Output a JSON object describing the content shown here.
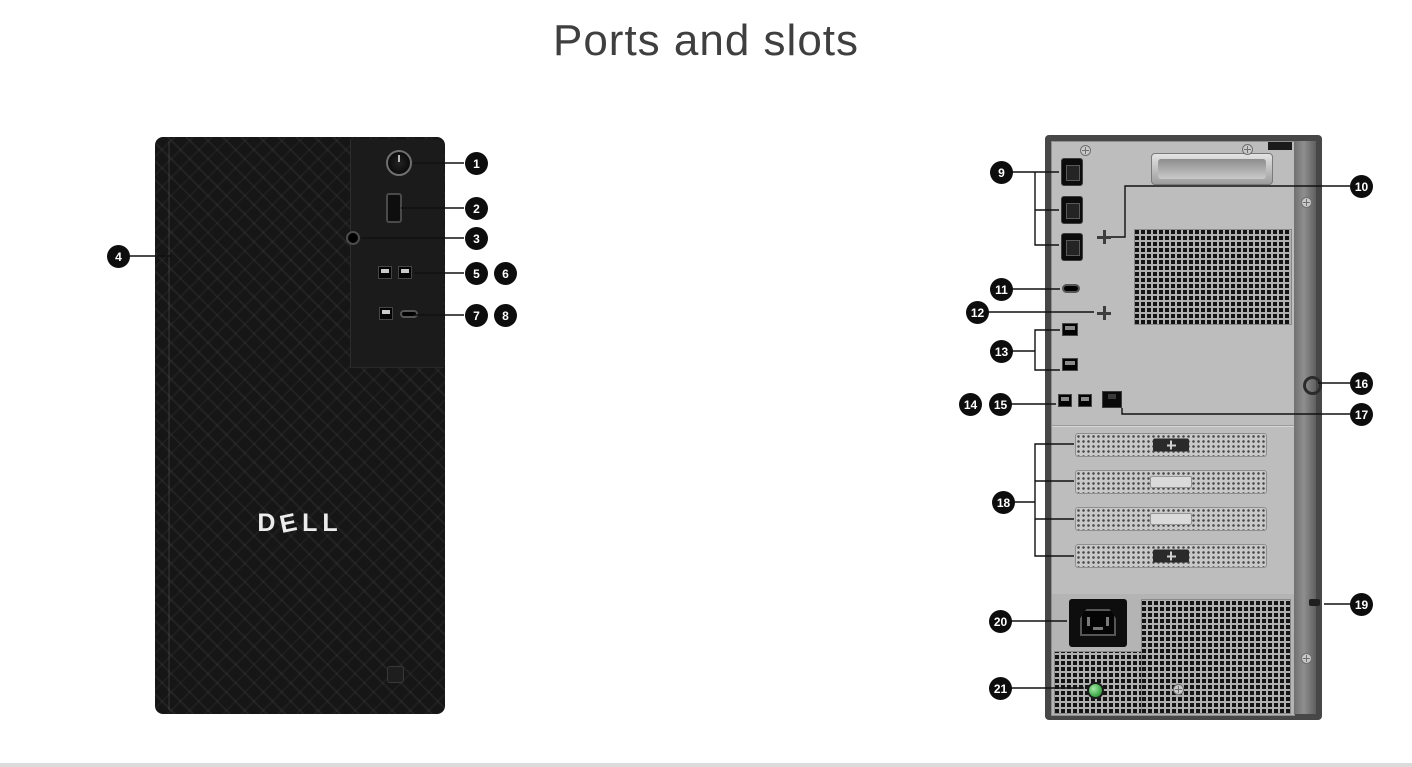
{
  "title": "Ports and slots",
  "callouts": [
    "1",
    "2",
    "3",
    "4",
    "5",
    "6",
    "7",
    "8",
    "9",
    "10",
    "11",
    "12",
    "13",
    "14",
    "15",
    "16",
    "17",
    "18",
    "19",
    "20",
    "21"
  ],
  "front_tower": {
    "brand_logo_letters": [
      "D",
      "E",
      "L",
      "L"
    ]
  }
}
